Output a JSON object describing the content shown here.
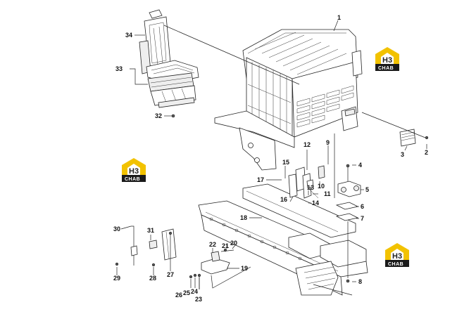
{
  "diagram": {
    "callouts": [
      {
        "id": "1",
        "label": "1"
      },
      {
        "id": "2",
        "label": "2"
      },
      {
        "id": "3",
        "label": "3"
      },
      {
        "id": "4",
        "label": "4"
      },
      {
        "id": "5",
        "label": "5"
      },
      {
        "id": "6",
        "label": "6"
      },
      {
        "id": "7",
        "label": "7"
      },
      {
        "id": "8",
        "label": "8"
      },
      {
        "id": "9",
        "label": "9"
      },
      {
        "id": "10",
        "label": "10"
      },
      {
        "id": "11",
        "label": "11"
      },
      {
        "id": "12",
        "label": "12"
      },
      {
        "id": "13",
        "label": "13"
      },
      {
        "id": "14",
        "label": "14"
      },
      {
        "id": "15",
        "label": "15"
      },
      {
        "id": "16",
        "label": "16"
      },
      {
        "id": "17",
        "label": "17"
      },
      {
        "id": "18",
        "label": "18"
      },
      {
        "id": "19",
        "label": "19"
      },
      {
        "id": "20",
        "label": "20"
      },
      {
        "id": "21",
        "label": "21"
      },
      {
        "id": "22",
        "label": "22"
      },
      {
        "id": "23",
        "label": "23"
      },
      {
        "id": "24",
        "label": "24"
      },
      {
        "id": "25",
        "label": "25"
      },
      {
        "id": "26",
        "label": "26"
      },
      {
        "id": "27",
        "label": "27"
      },
      {
        "id": "28",
        "label": "28"
      },
      {
        "id": "29",
        "label": "29"
      },
      {
        "id": "30",
        "label": "30"
      },
      {
        "id": "31",
        "label": "31"
      },
      {
        "id": "32",
        "label": "32"
      },
      {
        "id": "33",
        "label": "33"
      },
      {
        "id": "34",
        "label": "34"
      }
    ],
    "watermark": {
      "mark": "H3",
      "text": "CHAB"
    },
    "colors": {
      "watermark_yellow": "#f2c200",
      "watermark_dark": "#1a1a1a",
      "line": "#222222"
    }
  }
}
